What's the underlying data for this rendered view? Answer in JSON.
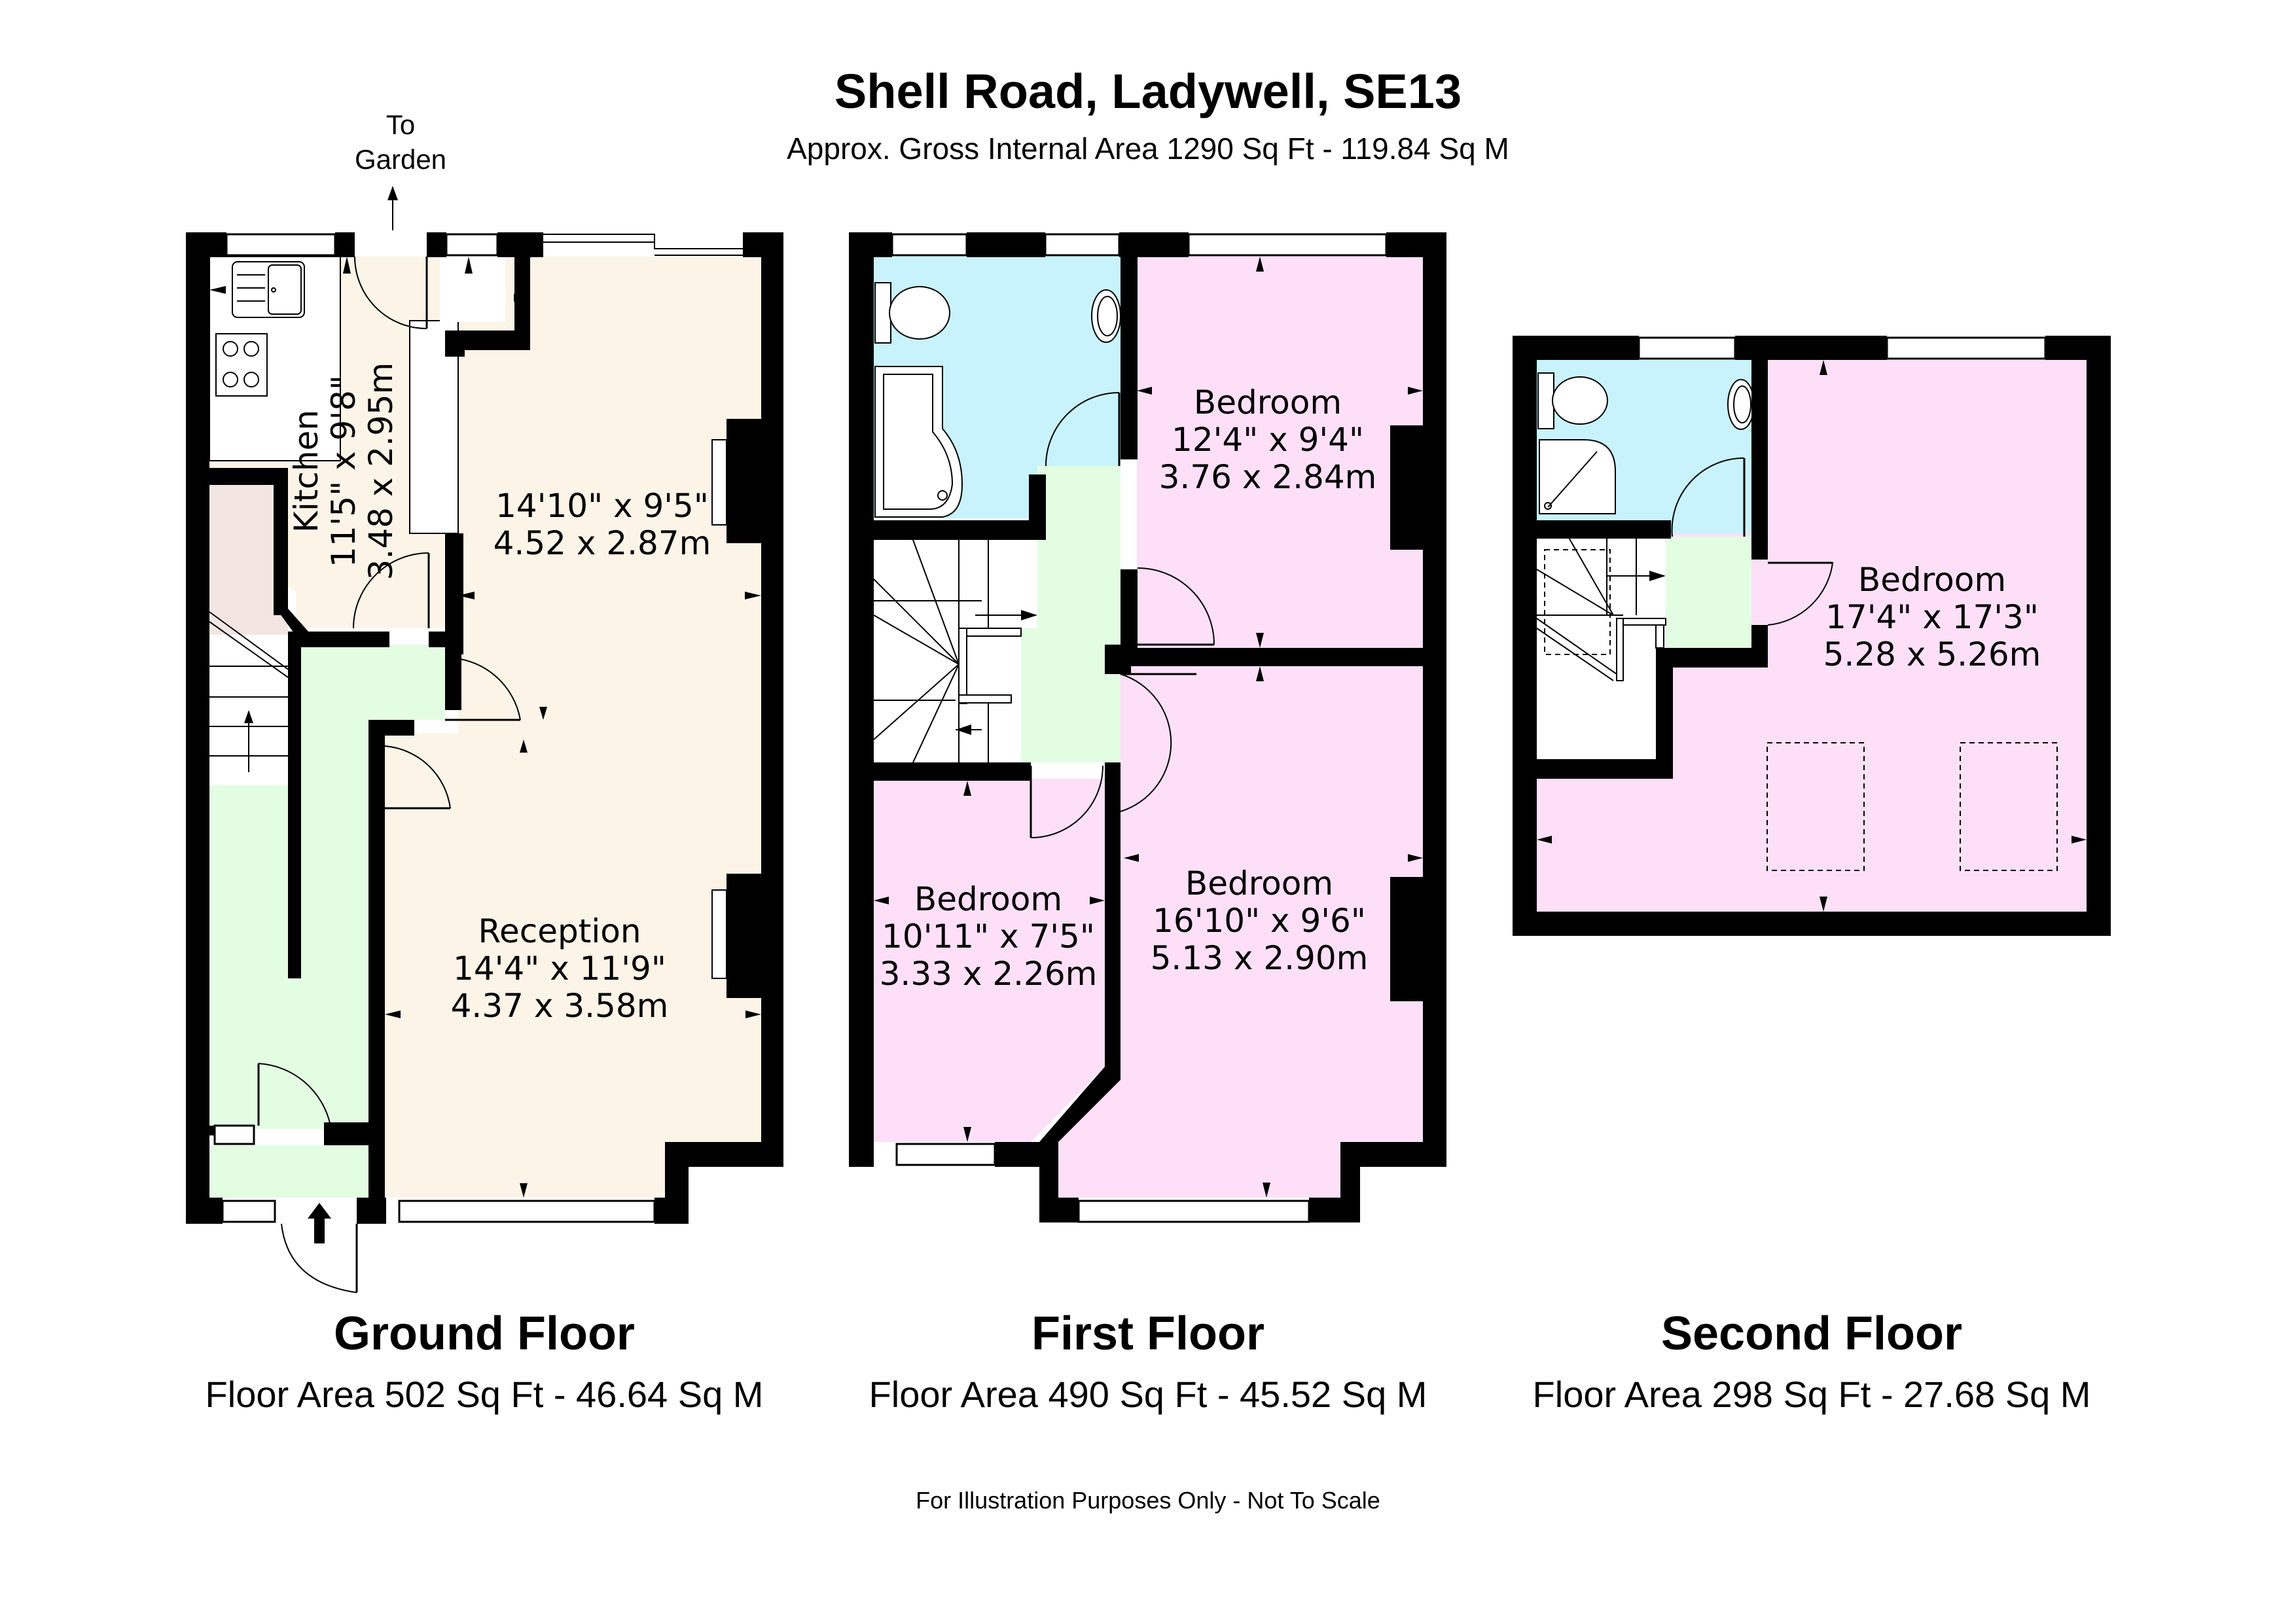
{
  "header": {
    "title": "Shell Road, Ladywell, SE13",
    "subtitle": "Approx. Gross Internal Area 1290 Sq Ft - 119.84 Sq M"
  },
  "annotations": {
    "to_garden_line1": "To",
    "to_garden_line2": "Garden",
    "entrance_arrow": "entrance-arrow-icon"
  },
  "colors": {
    "living": "#fdf4e8",
    "hall": "#e3fde3",
    "bedroom": "#fde0f8",
    "bathroom": "#c9f3fc",
    "understairs": "#f3e6e2",
    "wall": "#000000"
  },
  "floors": [
    {
      "name": "Ground Floor",
      "area": "Floor Area 502 Sq Ft - 46.64 Sq M",
      "rooms": [
        {
          "name": "Kitchen",
          "imperial": "11'5\" x 9'8\"",
          "metric": "3.48 x 2.95m"
        },
        {
          "name": "",
          "imperial": "14'10\" x 9'5\"",
          "metric": "4.52 x 2.87m"
        },
        {
          "name": "Reception",
          "imperial": "14'4\" x 11'9\"",
          "metric": "4.37 x 3.58m"
        }
      ]
    },
    {
      "name": "First Floor",
      "area": "Floor Area 490 Sq Ft - 45.52 Sq M",
      "rooms": [
        {
          "name": "Bedroom",
          "imperial": "12'4\" x 9'4\"",
          "metric": "3.76 x 2.84m"
        },
        {
          "name": "Bedroom",
          "imperial": "10'11\" x 7'5\"",
          "metric": "3.33 x 2.26m"
        },
        {
          "name": "Bedroom",
          "imperial": "16'10\" x 9'6\"",
          "metric": "5.13 x 2.90m"
        }
      ]
    },
    {
      "name": "Second Floor",
      "area": "Floor Area 298 Sq Ft - 27.68 Sq M",
      "rooms": [
        {
          "name": "Bedroom",
          "imperial": "17'4\" x 17'3\"",
          "metric": "5.28 x 5.26m"
        }
      ]
    }
  ],
  "footer": {
    "disclaimer": "For Illustration Purposes Only - Not To Scale"
  }
}
